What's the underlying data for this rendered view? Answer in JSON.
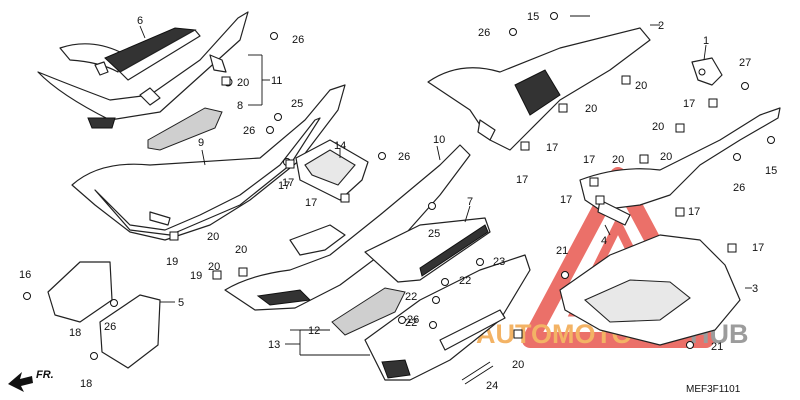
{
  "diagram": {
    "reference_code": "MEF3F1101",
    "direction_label": "FR.",
    "watermark": {
      "text_a": "AUTOMOTO",
      "text_b": "HUB",
      "color_a": "#f2a64b",
      "color_b": "#8b8b8b",
      "triangle_color": "#e8584f"
    },
    "callouts": {
      "c1": "1",
      "c2": "2",
      "c3": "3",
      "c4": "4",
      "c5": "5",
      "c6": "6",
      "c7": "7",
      "c8": "8",
      "c9": "9",
      "c10": "10",
      "c11": "11",
      "c12": "12",
      "c13": "13",
      "c14": "14",
      "c15a": "15",
      "c15b": "15",
      "c16": "16",
      "c17a": "17",
      "c17b": "17",
      "c17c": "17",
      "c17d": "17",
      "c17e": "17",
      "c17f": "17",
      "c17g": "17",
      "c17h": "17",
      "c17i": "17",
      "c17j": "17",
      "c18a": "18",
      "c18b": "18",
      "c19a": "19",
      "c19b": "19",
      "c20a": "20",
      "c20b": "20",
      "c20c": "20",
      "c20d": "20",
      "c20e": "20",
      "c20f": "20",
      "c20g": "20",
      "c20h": "20",
      "c20i": "20",
      "c20j": "20",
      "c21a": "21",
      "c21b": "21",
      "c22a": "22",
      "c22b": "22",
      "c22c": "22",
      "c23": "23",
      "c24": "24",
      "c25a": "25",
      "c25b": "25",
      "c26a": "26",
      "c26b": "26",
      "c26c": "26",
      "c26d": "26",
      "c26e": "26",
      "c26f": "26",
      "c26g": "26",
      "c27": "27"
    }
  }
}
